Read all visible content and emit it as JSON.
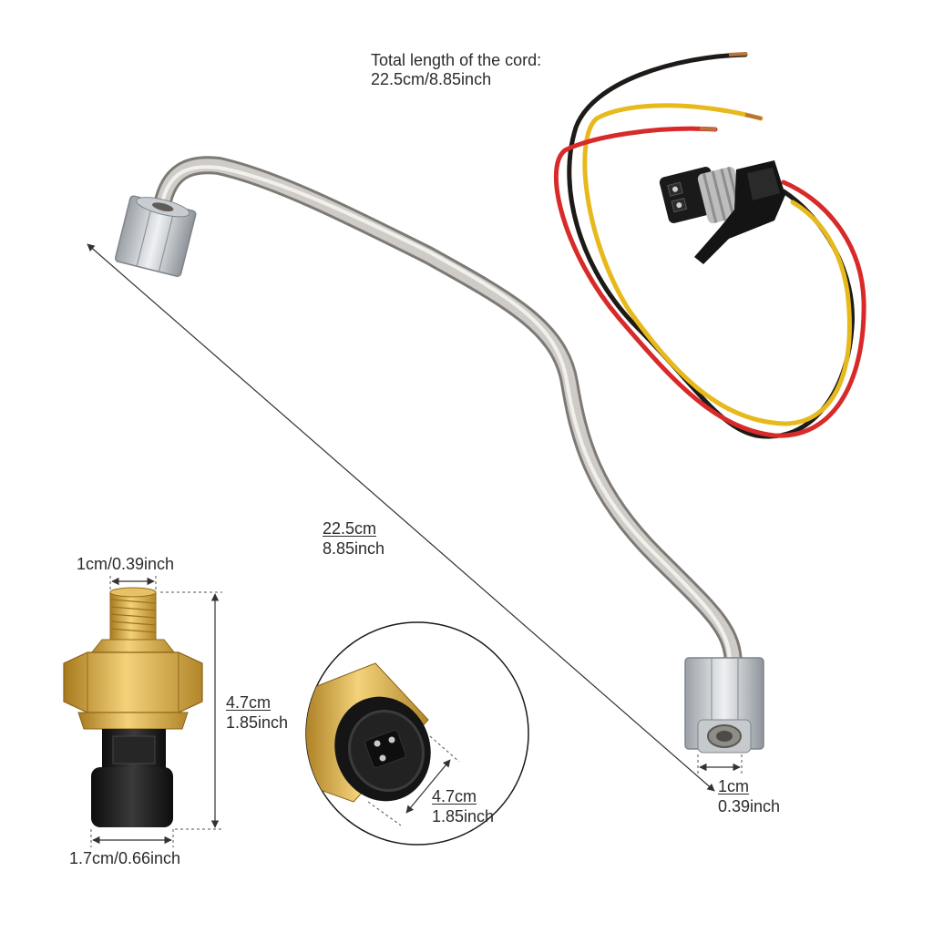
{
  "cord": {
    "title": "Total length of the cord:",
    "value": "22.5cm/8.85inch"
  },
  "pipe": {
    "length_cm": "22.5cm",
    "length_inch": "8.85inch",
    "nut_cm": "1cm",
    "nut_inch": "0.39inch"
  },
  "sensor": {
    "thread_width": "1cm/0.39inch",
    "height_cm": "4.7cm",
    "height_inch": "1.85inch",
    "base_width": "1.7cm/0.66inch"
  },
  "detail": {
    "plug_cm": "4.7cm",
    "plug_inch": "1.85inch"
  },
  "colors": {
    "wire_black": "#1e1a18",
    "wire_red": "#d92a2a",
    "wire_yellow": "#e8b91c",
    "brass": "#d8a93c",
    "steel": "#b8b4ae"
  }
}
